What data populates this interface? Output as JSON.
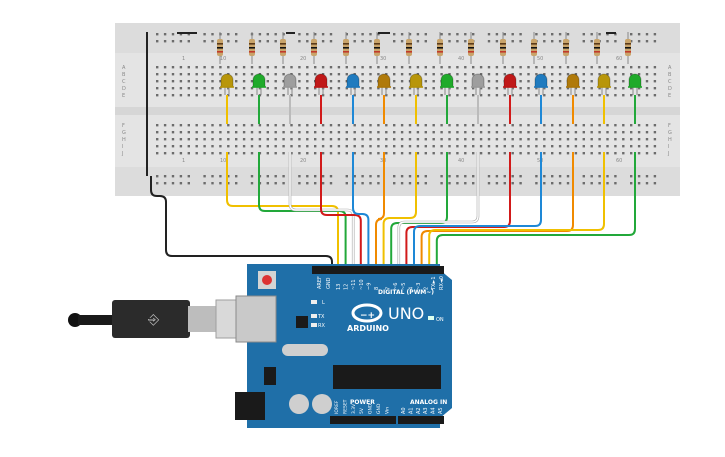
{
  "breadboard": {
    "row_letters_top": [
      "A",
      "B",
      "C",
      "D",
      "E"
    ],
    "row_letters_bottom": [
      "F",
      "G",
      "H",
      "I",
      "J"
    ],
    "column_numbers": [
      "1",
      "10",
      "20",
      "30",
      "40",
      "50",
      "60"
    ]
  },
  "leds": [
    {
      "color": "#b8960a",
      "wire": "#f0c000"
    },
    {
      "color": "#1faa2a",
      "wire": "#22a83a"
    },
    {
      "color": "#9e9e9e",
      "wire": "#ffffff"
    },
    {
      "color": "#c01818",
      "wire": "#d11a1a"
    },
    {
      "color": "#1f7bbf",
      "wire": "#1e88d6"
    },
    {
      "color": "#b07a0a",
      "wire": "#f08a00"
    },
    {
      "color": "#b8960a",
      "wire": "#f0c000"
    },
    {
      "color": "#1faa2a",
      "wire": "#22a83a"
    },
    {
      "color": "#9e9e9e",
      "wire": "#ffffff"
    },
    {
      "color": "#c01818",
      "wire": "#d11a1a"
    },
    {
      "color": "#1f7bbf",
      "wire": "#1e88d6"
    },
    {
      "color": "#b07a0a",
      "wire": "#f08a00"
    },
    {
      "color": "#b8960a",
      "wire": "#f0c000"
    },
    {
      "color": "#1faa2a",
      "wire": "#22a83a"
    }
  ],
  "arduino": {
    "brand": "ARDUINO",
    "model": "UNO",
    "digital_label": "DIGITAL (PWM~)",
    "analog_label": "ANALOG IN",
    "power_label": "POWER",
    "on_label": "ON",
    "l_label": "L",
    "tx_label": "TX",
    "rx_label": "RX",
    "aref_label": "AREF",
    "gnd_label": "GND",
    "digital_pins": [
      "13",
      "12",
      "~11",
      "~10",
      "~9",
      "8",
      "7",
      "~6",
      "~5",
      "4",
      "~3",
      "2",
      "TX►1",
      "RX◄0"
    ],
    "power_pins": [
      "IOREF",
      "RESET",
      "3.3V",
      "5V",
      "GND",
      "GND",
      "Vin"
    ],
    "analog_pins": [
      "A0",
      "A1",
      "A2",
      "A3",
      "A4",
      "A5"
    ],
    "board_color": "#1f6fa8",
    "gnd_wire_color": "#222222"
  }
}
